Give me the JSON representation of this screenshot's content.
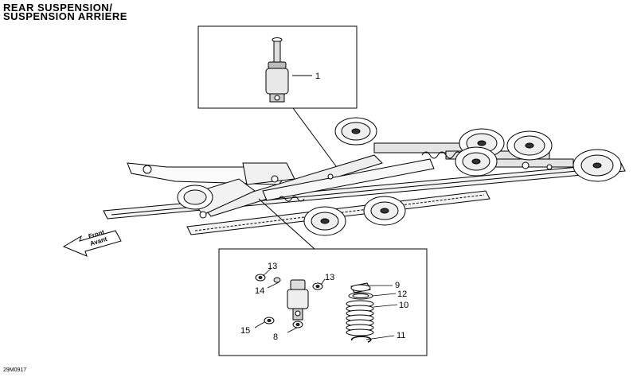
{
  "title": {
    "line1": "REAR SUSPENSION/",
    "line2": "SUSPENSION ARRIERE"
  },
  "direction_arrow": {
    "front": "Front",
    "avant": "Avant"
  },
  "diagram_code": "29M0917",
  "callouts": {
    "c1": "1",
    "c8": "8",
    "c9": "9",
    "c10": "10",
    "c11": "11",
    "c12": "12",
    "c13a": "13",
    "c13b": "13",
    "c14": "14",
    "c15": "15"
  }
}
